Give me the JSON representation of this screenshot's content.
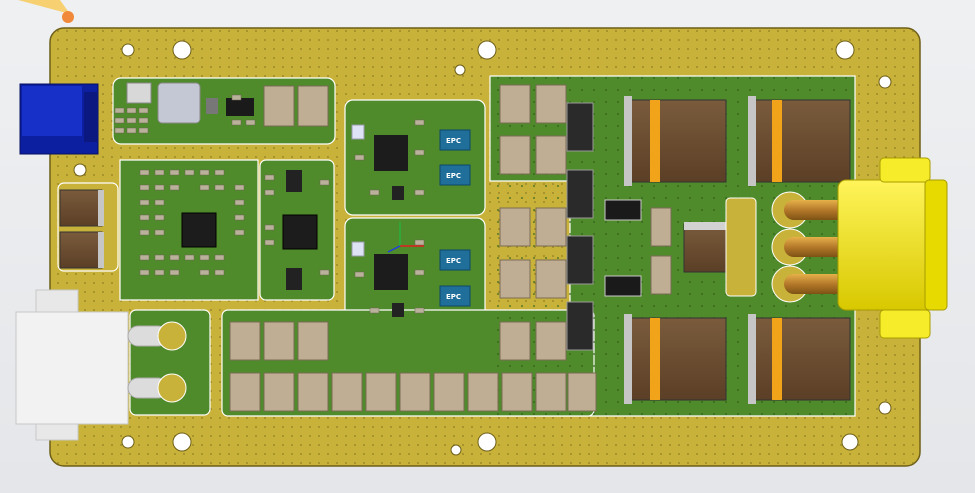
{
  "viewer": {
    "background": "#e9ebee",
    "board_color": "#c9b23a",
    "copper_pour_color": "#4f8a2b",
    "silk_color": "#ffffff",
    "connector_yellow": "#f2e600",
    "connector_blue": "#0b1fa0"
  },
  "board": {
    "ic_markings": [
      "EPC",
      "EPC",
      "EPC",
      "EPC"
    ]
  }
}
